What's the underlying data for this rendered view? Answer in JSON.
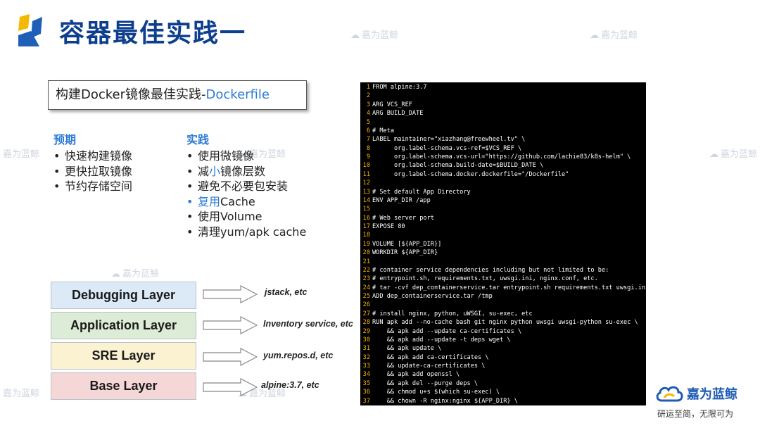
{
  "title": "容器最佳实践一",
  "watermark_text": "嘉为蓝鲸",
  "heading": {
    "prefix": "构建Docker镜像最佳实践-",
    "accent": "Dockerfile"
  },
  "expect": {
    "title": "预期",
    "bullet": "•",
    "items": [
      "快速构建镜像",
      "更快拉取镜像",
      "节约存储空间"
    ]
  },
  "practice": {
    "title": "实践",
    "bullet": "•",
    "items": [
      {
        "pre": "使用微镜像",
        "hl": "",
        "post": ""
      },
      {
        "pre": "减",
        "hl": "小",
        "post": "镜像层数"
      },
      {
        "pre": "避免不必要包安装",
        "hl": "",
        "post": ""
      },
      {
        "pre": "",
        "hl": "复用",
        "post": "Cache"
      },
      {
        "pre": "使用Volume",
        "hl": "",
        "post": ""
      },
      {
        "pre": "清理yum/apk  cache",
        "hl": "",
        "post": ""
      }
    ]
  },
  "layers": [
    {
      "name": "Debugging Layer",
      "color": "#dce9f7",
      "note": "jstack, etc"
    },
    {
      "name": "Application Layer",
      "color": "#dcecd6",
      "note": "Inventory service, etc"
    },
    {
      "name": "SRE Layer",
      "color": "#fbf2d2",
      "note": "yum.repos.d, etc"
    },
    {
      "name": "Base Layer",
      "color": "#f6d7d7",
      "note": "alpine:3.7, etc"
    }
  ],
  "code_lines": [
    "FROM alpine:3.7",
    "",
    "ARG VCS_REF",
    "ARG BUILD_DATE",
    "",
    "# Meta",
    "LABEL maintainer=\"xiazhang@freewheel.tv\" \\",
    "      org.label-schema.vcs-ref=$VCS_REF \\",
    "      org.label-schema.vcs-url=\"https://github.com/lachie83/k8s-helm\" \\",
    "      org.label-schema.build-date=$BUILD_DATE \\",
    "      org.label-schema.docker.dockerfile=\"/Dockerfile\"",
    "",
    "# Set default App Directory",
    "ENV APP_DIR /app",
    "",
    "# Web server port",
    "EXPOSE 80",
    "",
    "VOLUME [${APP_DIR}]",
    "WORKDIR ${APP_DIR}",
    "",
    "# container service dependencies including but not limited to be:",
    "# entrypoint.sh, requirements.txt, uwsgi.ini, nginx.conf, etc.",
    "# tar -cvf dep_containerservice.tar entrypoint.sh requirements.txt uwsgi.ini",
    "ADD dep_containerservice.tar /tmp",
    "",
    "# install nginx, python, uWSGI, su-exec, etc",
    "RUN apk add --no-cache bash git nginx python uwsgi uwsgi-python su-exec \\",
    "    && apk add --update ca-certificates \\",
    "    && apk add --update -t deps wget \\",
    "    && apk update \\",
    "    && apk add ca-certificates \\",
    "    && update-ca-certificates \\",
    "    && apk add openssl \\",
    "    && apk del --purge deps \\",
    "    && chmod u+s $(which su-exec) \\",
    "    && chown -R nginx:nginx ${APP_DIR} \\"
  ],
  "brand": {
    "name": "嘉为蓝鲸",
    "slogan": "研运至简，无限可为"
  },
  "colors": {
    "title": "#0e3f8f",
    "accent": "#2d7bd4",
    "line_number": "#ffb400",
    "code_bg": "#000000"
  }
}
